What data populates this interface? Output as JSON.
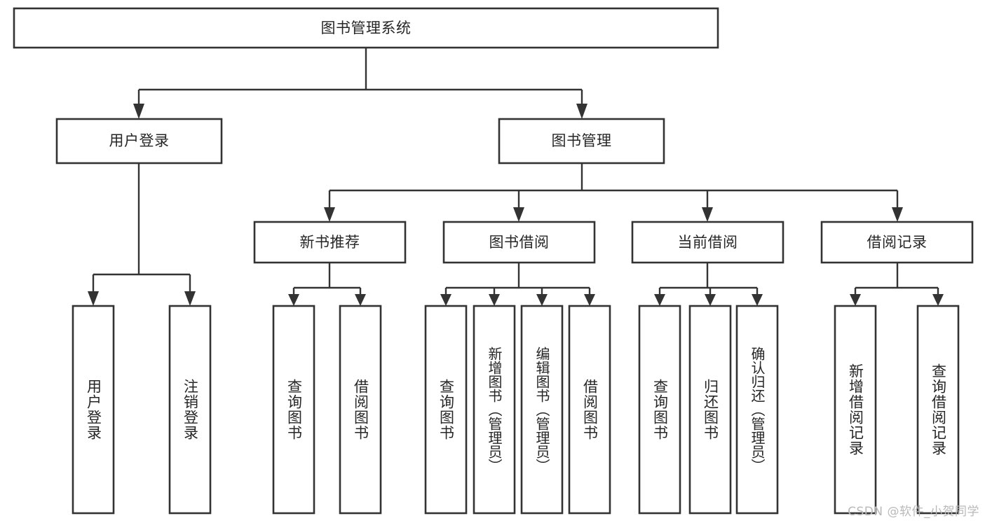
{
  "diagram": {
    "type": "tree",
    "title": "图书管理系统",
    "orientation": "top-down",
    "colors": {
      "node_stroke": "#333333",
      "node_fill": "#ffffff",
      "connector": "#333333",
      "text": "#262626",
      "watermark": "#b9b9b9",
      "background": "#ffffff"
    },
    "levels": [
      {
        "level": 1,
        "labels": [
          "图书管理系统"
        ]
      },
      {
        "level": 2,
        "labels": [
          "用户登录",
          "图书管理"
        ]
      },
      {
        "level": 3,
        "labels": [
          "新书推荐",
          "图书借阅",
          "当前借阅",
          "借阅记录"
        ]
      },
      {
        "level": 4,
        "labels": [
          "用户登录",
          "注销登录",
          "查询图书",
          "借阅图书",
          "查询图书",
          "新增图书（管理员）",
          "编辑图书（管理员）",
          "借阅图书",
          "查询图书",
          "归还图书",
          "确认归还（管理员）",
          "新增借阅记录",
          "查询借阅记录"
        ]
      }
    ]
  },
  "nodes": {
    "root": {
      "label": "图书管理系统"
    },
    "level2": [
      {
        "label": "用户登录"
      },
      {
        "label": "图书管理"
      }
    ],
    "level3": [
      {
        "label": "新书推荐"
      },
      {
        "label": "图书借阅"
      },
      {
        "label": "当前借阅"
      },
      {
        "label": "借阅记录"
      }
    ],
    "leaves": [
      {
        "label": "用户登录",
        "parent": "用户登录"
      },
      {
        "label": "注销登录",
        "parent": "用户登录"
      },
      {
        "label": "查询图书",
        "parent": "新书推荐"
      },
      {
        "label": "借阅图书",
        "parent": "新书推荐"
      },
      {
        "label": "查询图书",
        "parent": "图书借阅"
      },
      {
        "label": "新增图书（管理员）",
        "parent": "图书借阅"
      },
      {
        "label": "编辑图书（管理员）",
        "parent": "图书借阅"
      },
      {
        "label": "借阅图书",
        "parent": "图书借阅"
      },
      {
        "label": "查询图书",
        "parent": "当前借阅"
      },
      {
        "label": "归还图书",
        "parent": "当前借阅"
      },
      {
        "label": "确认归还（管理员）",
        "parent": "当前借阅"
      },
      {
        "label": "新增借阅记录",
        "parent": "借阅记录"
      },
      {
        "label": "查询借阅记录",
        "parent": "借阅记录"
      }
    ]
  },
  "watermark": {
    "text": "CSDN @软件_小贺同学"
  }
}
